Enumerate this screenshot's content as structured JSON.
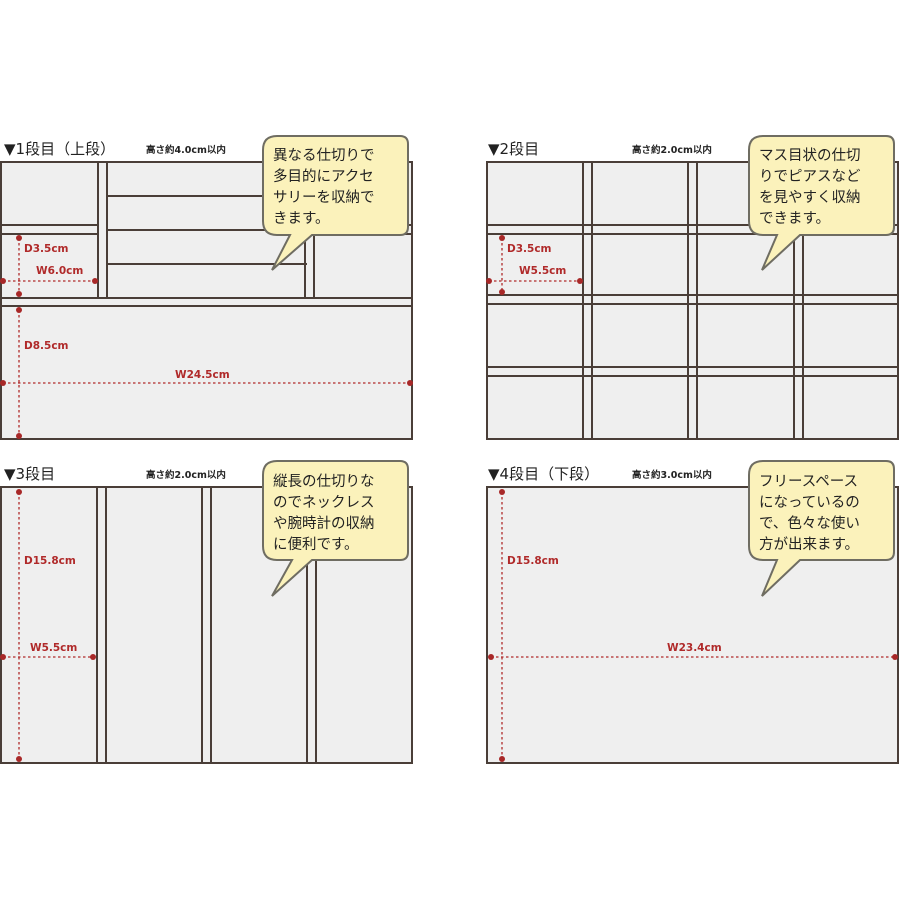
{
  "sections": [
    {
      "title": "▼1段目（上段）",
      "height_note": "高さ約4.0cm以内",
      "bubble_lines": [
        "異なる仕切りで",
        "多目的にアクセ",
        "サリーを収納で",
        "きます。"
      ],
      "dims": [
        "D3.5cm",
        "W6.0cm",
        "D8.5cm",
        "W24.5cm"
      ]
    },
    {
      "title": "▼2段目",
      "height_note": "高さ約2.0cm以内",
      "bubble_lines": [
        "マス目状の仕切",
        "りでピアスなど",
        "を見やすく収納",
        "できます。"
      ],
      "dims": [
        "D3.5cm",
        "W5.5cm"
      ]
    },
    {
      "title": "▼3段目",
      "height_note": "高さ約2.0cm以内",
      "bubble_lines": [
        "縦長の仕切りな",
        "のでネックレス",
        "や腕時計の収納",
        "に便利です。"
      ],
      "dims": [
        "D15.8cm",
        "W5.5cm"
      ]
    },
    {
      "title": "▼4段目（下段）",
      "height_note": "高さ約3.0cm以内",
      "bubble_lines": [
        "フリースペース",
        "になっているの",
        "で、色々な使い",
        "方が出来ます。"
      ],
      "dims": [
        "D15.8cm",
        "W23.4cm"
      ]
    }
  ],
  "colors": {
    "panel_fill": "#efefef",
    "divider": "#4a3e38",
    "dimension": "#b02a2a",
    "bubble_fill": "#fbf2bb"
  }
}
